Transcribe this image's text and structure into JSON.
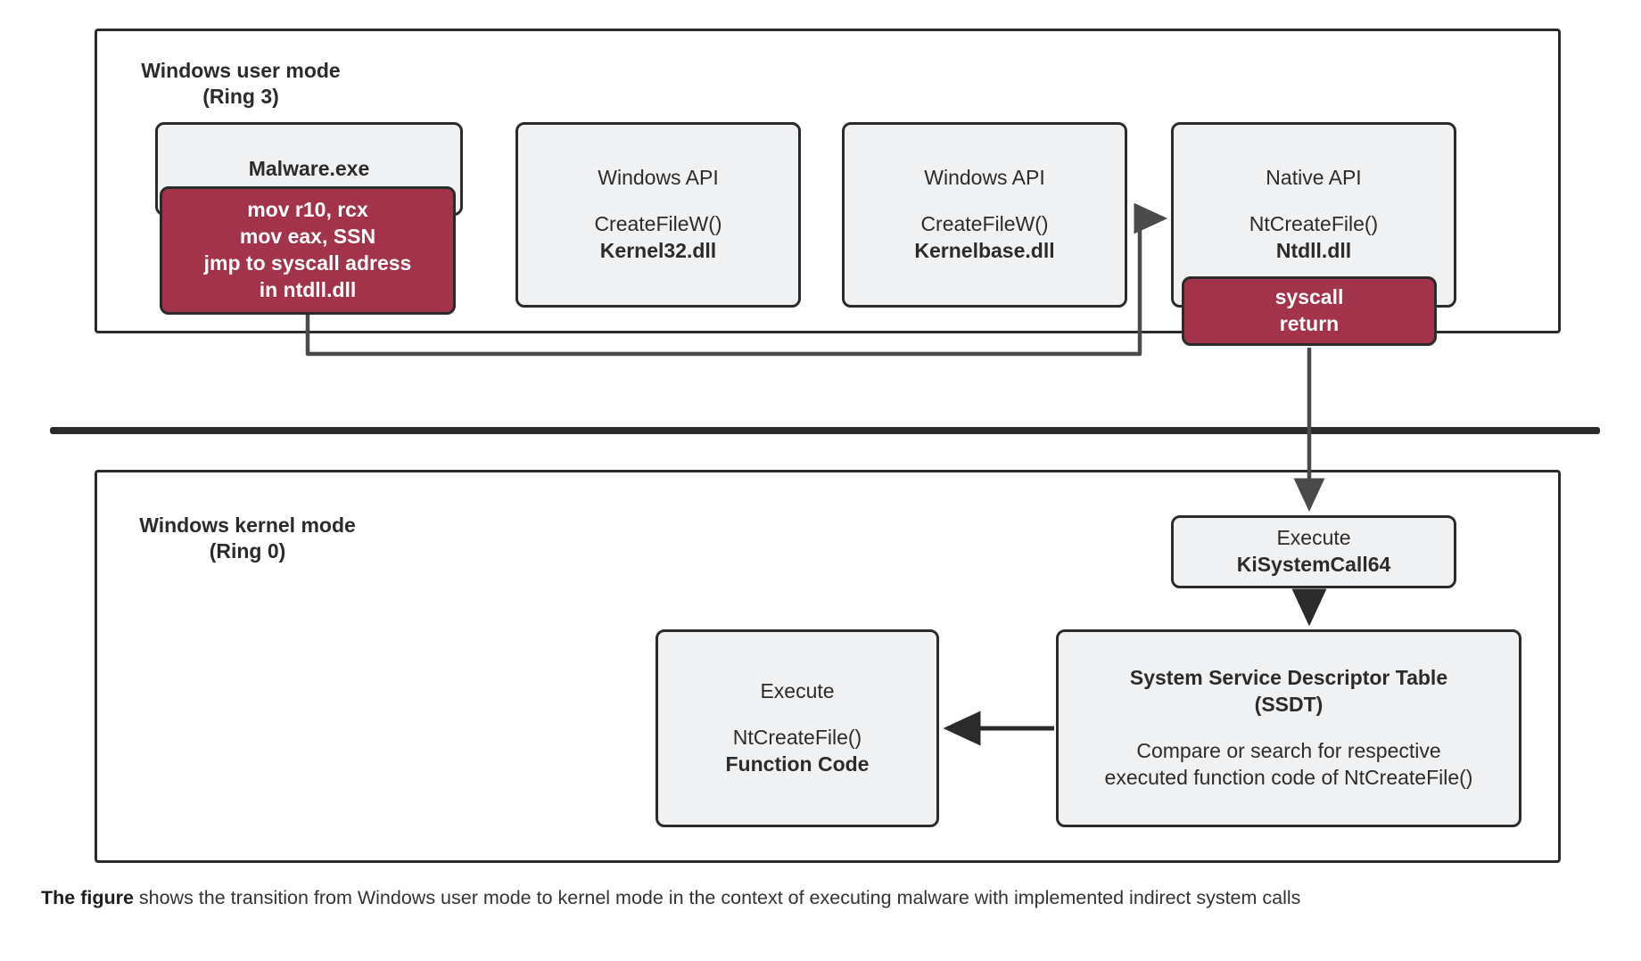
{
  "diagram": {
    "user_mode": {
      "label": "Windows user mode\n(Ring 3)",
      "nodes": {
        "malware": {
          "title": "Malware.exe"
        },
        "malware_stub": {
          "line1": "mov r10, rcx",
          "line2": "mov eax, SSN",
          "line3": "jmp to syscall adress",
          "line4": "in ntdll.dll"
        },
        "kernel32": {
          "title": "Windows API",
          "func": "CreateFileW()",
          "dll": "Kernel32.dll"
        },
        "kernelbase": {
          "title": "Windows API",
          "func": "CreateFileW()",
          "dll": "Kernelbase.dll"
        },
        "native_api": {
          "title": "Native API",
          "func": "NtCreateFile()",
          "dll": "Ntdll.dll"
        },
        "syscall": {
          "line1": "syscall",
          "line2": "return"
        }
      }
    },
    "kernel_mode": {
      "label": "Windows kernel mode\n(Ring 0)",
      "nodes": {
        "kisystemcall64": {
          "title": "Execute",
          "func": "KiSystemCall64"
        },
        "ssdt": {
          "title": "System Service Descriptor Table",
          "subtitle": "(SSDT)",
          "desc1": "Compare or search for respective",
          "desc2": "executed function code of NtCreateFile()"
        },
        "function_code": {
          "title": "Execute",
          "func": "NtCreateFile()",
          "bold": "Function Code"
        }
      }
    }
  },
  "caption": {
    "lead": "The figure",
    "rest": " shows the transition from Windows user mode to kernel mode in the context of executing malware with implemented indirect system calls"
  },
  "colors": {
    "accent_red": "#a3334a",
    "box_fill": "#f0f1f3",
    "stroke": "#2b2b2b",
    "connector": "#4a4a4a",
    "page_bg": "#ffffff"
  }
}
